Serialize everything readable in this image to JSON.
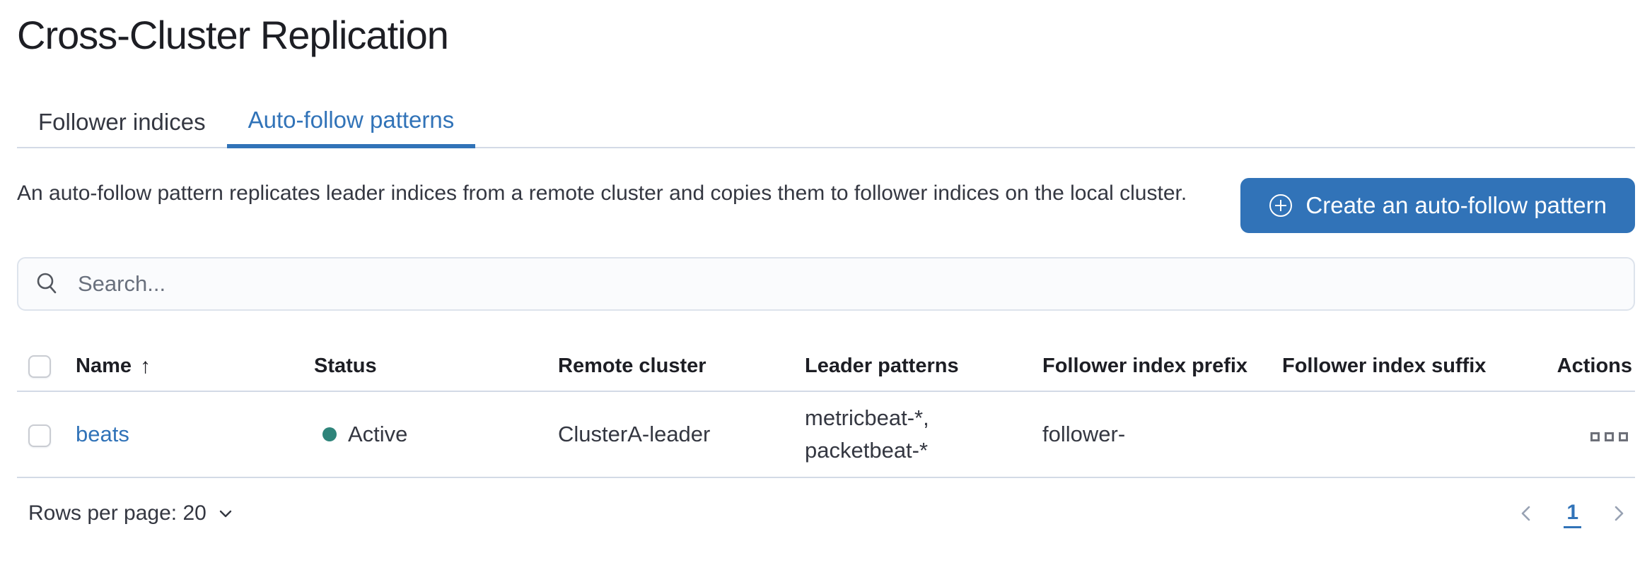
{
  "page": {
    "title": "Cross-Cluster Replication"
  },
  "tabs": [
    {
      "label": "Follower indices",
      "active": false
    },
    {
      "label": "Auto-follow patterns",
      "active": true
    }
  ],
  "description": "An auto-follow pattern replicates leader indices from a remote cluster and copies them to follower indices on the local cluster.",
  "create_button": {
    "label": "Create an auto-follow pattern",
    "icon": "plus-in-circle-icon"
  },
  "search": {
    "placeholder": "Search...",
    "value": "",
    "icon": "search-icon"
  },
  "table": {
    "columns": {
      "name": "Name",
      "status": "Status",
      "remote_cluster": "Remote cluster",
      "leader_patterns": "Leader patterns",
      "follower_index_prefix": "Follower index prefix",
      "follower_index_suffix": "Follower index suffix",
      "actions": "Actions"
    },
    "sort": {
      "column": "Name",
      "direction": "ascending",
      "arrow": "↑"
    },
    "rows": [
      {
        "name": "beats",
        "status": "Active",
        "remote_cluster": "ClusterA-leader",
        "leader_patterns_line1": "metricbeat-*,",
        "leader_patterns_line2": "packetbeat-*",
        "follower_index_prefix": "follower-",
        "follower_index_suffix": "",
        "selected": false
      }
    ]
  },
  "footer": {
    "rows_per_page_label": "Rows per page: 20",
    "current_page": "1"
  },
  "colors": {
    "accent": "#3173b8",
    "status_active_dot": "#2e847a",
    "border": "#d3dae6",
    "text_dark": "#1d1e24",
    "text_body": "#343741",
    "subdued": "#69707d"
  }
}
